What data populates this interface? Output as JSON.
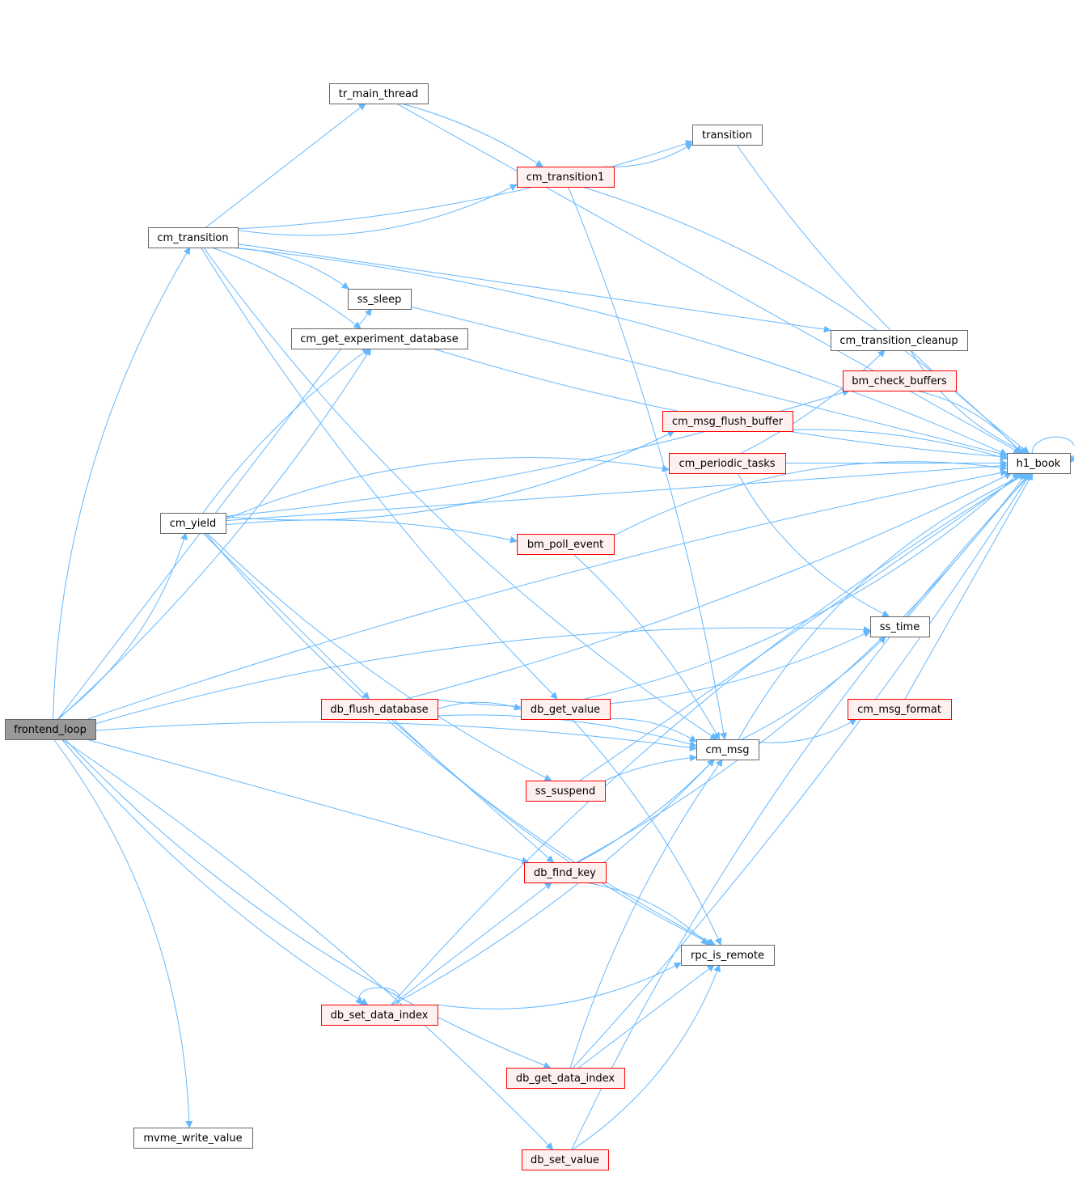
{
  "colors": {
    "edge": "#63b8ff",
    "border_default": "#666666",
    "fill_default": "#ffffff",
    "border_red": "#ff0000",
    "fill_red": "#fff0f0",
    "border_root": "#666666",
    "fill_root": "#999999"
  },
  "nodes": [
    {
      "id": "frontend_loop",
      "label": "frontend_loop",
      "style": "root"
    },
    {
      "id": "tr_main_thread",
      "label": "tr_main_thread",
      "style": "default"
    },
    {
      "id": "transition",
      "label": "transition",
      "style": "default"
    },
    {
      "id": "cm_transition1",
      "label": "cm_transition1",
      "style": "red"
    },
    {
      "id": "cm_transition",
      "label": "cm_transition",
      "style": "default"
    },
    {
      "id": "ss_sleep",
      "label": "ss_sleep",
      "style": "default"
    },
    {
      "id": "cm_get_experiment_database",
      "label": "cm_get_experiment_database",
      "style": "default"
    },
    {
      "id": "cm_transition_cleanup",
      "label": "cm_transition_cleanup",
      "style": "default"
    },
    {
      "id": "bm_check_buffers",
      "label": "bm_check_buffers",
      "style": "red"
    },
    {
      "id": "cm_msg_flush_buffer",
      "label": "cm_msg_flush_buffer",
      "style": "red"
    },
    {
      "id": "cm_periodic_tasks",
      "label": "cm_periodic_tasks",
      "style": "red"
    },
    {
      "id": "h1_book",
      "label": "h1_book",
      "style": "default"
    },
    {
      "id": "cm_yield",
      "label": "cm_yield",
      "style": "default"
    },
    {
      "id": "bm_poll_event",
      "label": "bm_poll_event",
      "style": "red"
    },
    {
      "id": "ss_time",
      "label": "ss_time",
      "style": "default"
    },
    {
      "id": "db_flush_database",
      "label": "db_flush_database",
      "style": "red"
    },
    {
      "id": "db_get_value",
      "label": "db_get_value",
      "style": "red"
    },
    {
      "id": "cm_msg_format",
      "label": "cm_msg_format",
      "style": "red"
    },
    {
      "id": "cm_msg",
      "label": "cm_msg",
      "style": "default"
    },
    {
      "id": "ss_suspend",
      "label": "ss_suspend",
      "style": "red"
    },
    {
      "id": "db_find_key",
      "label": "db_find_key",
      "style": "red"
    },
    {
      "id": "rpc_is_remote",
      "label": "rpc_is_remote",
      "style": "default"
    },
    {
      "id": "db_set_data_index",
      "label": "db_set_data_index",
      "style": "red"
    },
    {
      "id": "db_get_data_index",
      "label": "db_get_data_index",
      "style": "red"
    },
    {
      "id": "mvme_write_value",
      "label": "mvme_write_value",
      "style": "default"
    },
    {
      "id": "db_set_value",
      "label": "db_set_value",
      "style": "red"
    }
  ],
  "edges": [
    [
      "frontend_loop",
      "cm_transition"
    ],
    [
      "frontend_loop",
      "h1_book"
    ],
    [
      "frontend_loop",
      "ss_sleep"
    ],
    [
      "frontend_loop",
      "cm_get_experiment_database"
    ],
    [
      "frontend_loop",
      "cm_yield"
    ],
    [
      "frontend_loop",
      "ss_time"
    ],
    [
      "frontend_loop",
      "cm_msg"
    ],
    [
      "frontend_loop",
      "db_find_key"
    ],
    [
      "frontend_loop",
      "db_set_data_index"
    ],
    [
      "frontend_loop",
      "db_get_data_index"
    ],
    [
      "frontend_loop",
      "mvme_write_value"
    ],
    [
      "frontend_loop",
      "db_set_value"
    ],
    [
      "cm_transition",
      "tr_main_thread"
    ],
    [
      "cm_transition",
      "transition"
    ],
    [
      "cm_transition",
      "cm_transition1"
    ],
    [
      "cm_transition",
      "ss_sleep"
    ],
    [
      "cm_transition",
      "cm_get_experiment_database"
    ],
    [
      "cm_transition",
      "cm_transition_cleanup"
    ],
    [
      "cm_transition",
      "db_get_value"
    ],
    [
      "cm_transition",
      "cm_msg"
    ],
    [
      "cm_transition",
      "h1_book"
    ],
    [
      "tr_main_thread",
      "cm_transition1"
    ],
    [
      "tr_main_thread",
      "h1_book"
    ],
    [
      "transition",
      "h1_book"
    ],
    [
      "cm_transition1",
      "transition"
    ],
    [
      "cm_transition1",
      "h1_book"
    ],
    [
      "cm_transition1",
      "cm_msg"
    ],
    [
      "ss_sleep",
      "h1_book"
    ],
    [
      "cm_get_experiment_database",
      "h1_book"
    ],
    [
      "cm_transition_cleanup",
      "h1_book"
    ],
    [
      "bm_check_buffers",
      "h1_book"
    ],
    [
      "cm_msg_flush_buffer",
      "h1_book"
    ],
    [
      "cm_periodic_tasks",
      "h1_book"
    ],
    [
      "cm_periodic_tasks",
      "cm_transition_cleanup"
    ],
    [
      "cm_periodic_tasks",
      "ss_time"
    ],
    [
      "h1_book",
      "h1_book"
    ],
    [
      "cm_yield",
      "cm_get_experiment_database"
    ],
    [
      "cm_yield",
      "h1_book"
    ],
    [
      "cm_yield",
      "bm_check_buffers"
    ],
    [
      "cm_yield",
      "cm_msg_flush_buffer"
    ],
    [
      "cm_yield",
      "cm_periodic_tasks"
    ],
    [
      "cm_yield",
      "bm_poll_event"
    ],
    [
      "cm_yield",
      "db_flush_database"
    ],
    [
      "cm_yield",
      "ss_suspend"
    ],
    [
      "cm_yield",
      "rpc_is_remote"
    ],
    [
      "bm_poll_event",
      "h1_book"
    ],
    [
      "bm_poll_event",
      "cm_msg"
    ],
    [
      "ss_time",
      "h1_book"
    ],
    [
      "db_flush_database",
      "h1_book"
    ],
    [
      "db_flush_database",
      "ss_time"
    ],
    [
      "db_flush_database",
      "db_get_value"
    ],
    [
      "db_flush_database",
      "cm_msg"
    ],
    [
      "db_flush_database",
      "db_find_key"
    ],
    [
      "db_flush_database",
      "rpc_is_remote"
    ],
    [
      "db_get_value",
      "h1_book"
    ],
    [
      "db_get_value",
      "cm_msg"
    ],
    [
      "db_get_value",
      "rpc_is_remote"
    ],
    [
      "cm_msg_format",
      "h1_book"
    ],
    [
      "cm_msg",
      "ss_time"
    ],
    [
      "cm_msg",
      "cm_msg_format"
    ],
    [
      "cm_msg",
      "h1_book"
    ],
    [
      "ss_suspend",
      "cm_msg"
    ],
    [
      "ss_suspend",
      "h1_book"
    ],
    [
      "db_find_key",
      "cm_msg"
    ],
    [
      "db_find_key",
      "h1_book"
    ],
    [
      "db_find_key",
      "rpc_is_remote"
    ],
    [
      "db_set_data_index",
      "db_set_data_index"
    ],
    [
      "db_set_data_index",
      "db_find_key"
    ],
    [
      "db_set_data_index",
      "cm_msg"
    ],
    [
      "db_set_data_index",
      "rpc_is_remote"
    ],
    [
      "db_set_data_index",
      "h1_book"
    ],
    [
      "db_get_data_index",
      "cm_msg"
    ],
    [
      "db_get_data_index",
      "rpc_is_remote"
    ],
    [
      "db_get_data_index",
      "h1_book"
    ],
    [
      "db_set_value",
      "rpc_is_remote"
    ],
    [
      "db_set_value",
      "h1_book"
    ]
  ]
}
